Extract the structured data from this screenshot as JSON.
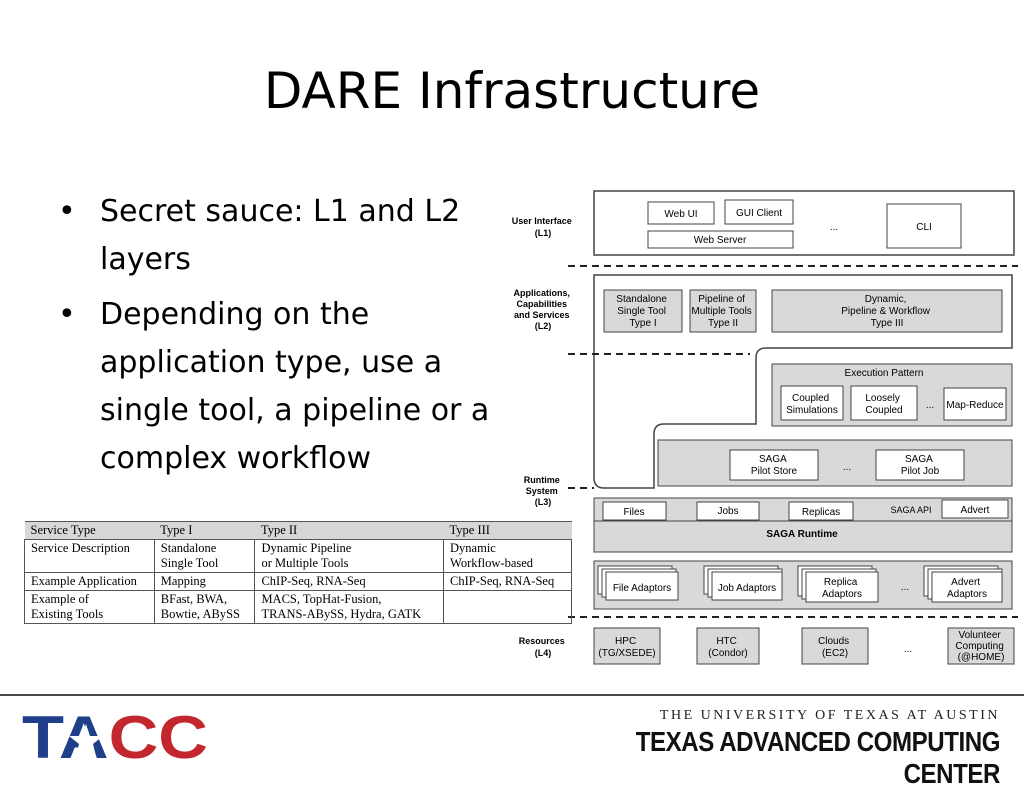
{
  "slide": {
    "title": "DARE Infrastructure",
    "bullets": [
      "Secret sauce: L1 and L2 layers",
      "Depending on the application type, use a single tool, a pipeline or a complex workflow"
    ]
  },
  "table": {
    "headers": [
      "Service Type",
      "Type I",
      "Type II",
      "Type III"
    ],
    "rows": [
      [
        "Service Description",
        "Standalone\nSingle Tool",
        "Dynamic Pipeline\nor Multiple Tools",
        "Dynamic\nWorkflow-based"
      ],
      [
        "Example Application",
        "Mapping",
        "ChIP-Seq, RNA-Seq",
        "ChIP-Seq, RNA-Seq"
      ],
      [
        "Example of\nExisting Tools",
        "BFast, BWA,\nBowtie, ABySS",
        "MACS, TopHat-Fusion,\nTRANS-ABySS, Hydra, GATK",
        ""
      ]
    ]
  },
  "diagram": {
    "layers": {
      "l1": [
        "User Interface",
        "(L1)"
      ],
      "l2": [
        "Applications,",
        "Capabilities",
        "and Services",
        "(L2)"
      ],
      "l3": [
        "Runtime",
        "System",
        "(L3)"
      ],
      "l4": [
        "Resources",
        "(L4)"
      ]
    },
    "l1": {
      "web_ui": "Web UI",
      "gui_client": "GUI Client",
      "web_server": "Web Server",
      "ellipsis": "...",
      "cli": "CLI"
    },
    "l2": {
      "type1": [
        "Standalone",
        "Single Tool",
        "Type I"
      ],
      "type2": [
        "Pipeline of",
        "Multiple Tools",
        "Type II"
      ],
      "type3": [
        "Dynamic,",
        "Pipeline & Workflow",
        "Type III"
      ]
    },
    "exec": {
      "title": "Execution Pattern",
      "coupled": [
        "Coupled",
        "Simulations"
      ],
      "loosely": [
        "Loosely",
        "Coupled"
      ],
      "ellipsis": "...",
      "mapreduce": "Map-Reduce"
    },
    "pilot": {
      "store": [
        "SAGA",
        "Pilot Store"
      ],
      "ellipsis": "...",
      "job": [
        "SAGA",
        "Pilot Job"
      ]
    },
    "api": {
      "files": "Files",
      "jobs": "Jobs",
      "replicas": "Replicas",
      "saga_api": "SAGA API",
      "advert": "Advert",
      "runtime": "SAGA Runtime"
    },
    "adaptors": {
      "file": "File Adaptors",
      "job": "Job Adaptors",
      "replica": [
        "Replica",
        "Adaptors"
      ],
      "ellipsis": "...",
      "advert": [
        "Advert",
        "Adaptors"
      ]
    },
    "resources": {
      "hpc": [
        "HPC",
        "(TG/XSEDE)"
      ],
      "htc": [
        "HTC",
        "(Condor)"
      ],
      "clouds": [
        "Clouds",
        "(EC2)"
      ],
      "ellipsis": "...",
      "volunteer": [
        "Volunteer",
        "Computing",
        "(@HOME)"
      ]
    }
  },
  "footer": {
    "logo_text": "TACC",
    "university": "THE UNIVERSITY OF TEXAS AT AUSTIN",
    "center": "TEXAS ADVANCED COMPUTING CENTER"
  },
  "colors": {
    "box_fill": "#d9d9d9",
    "logo_blue": "#1f3f8a",
    "logo_red": "#c1272d"
  }
}
